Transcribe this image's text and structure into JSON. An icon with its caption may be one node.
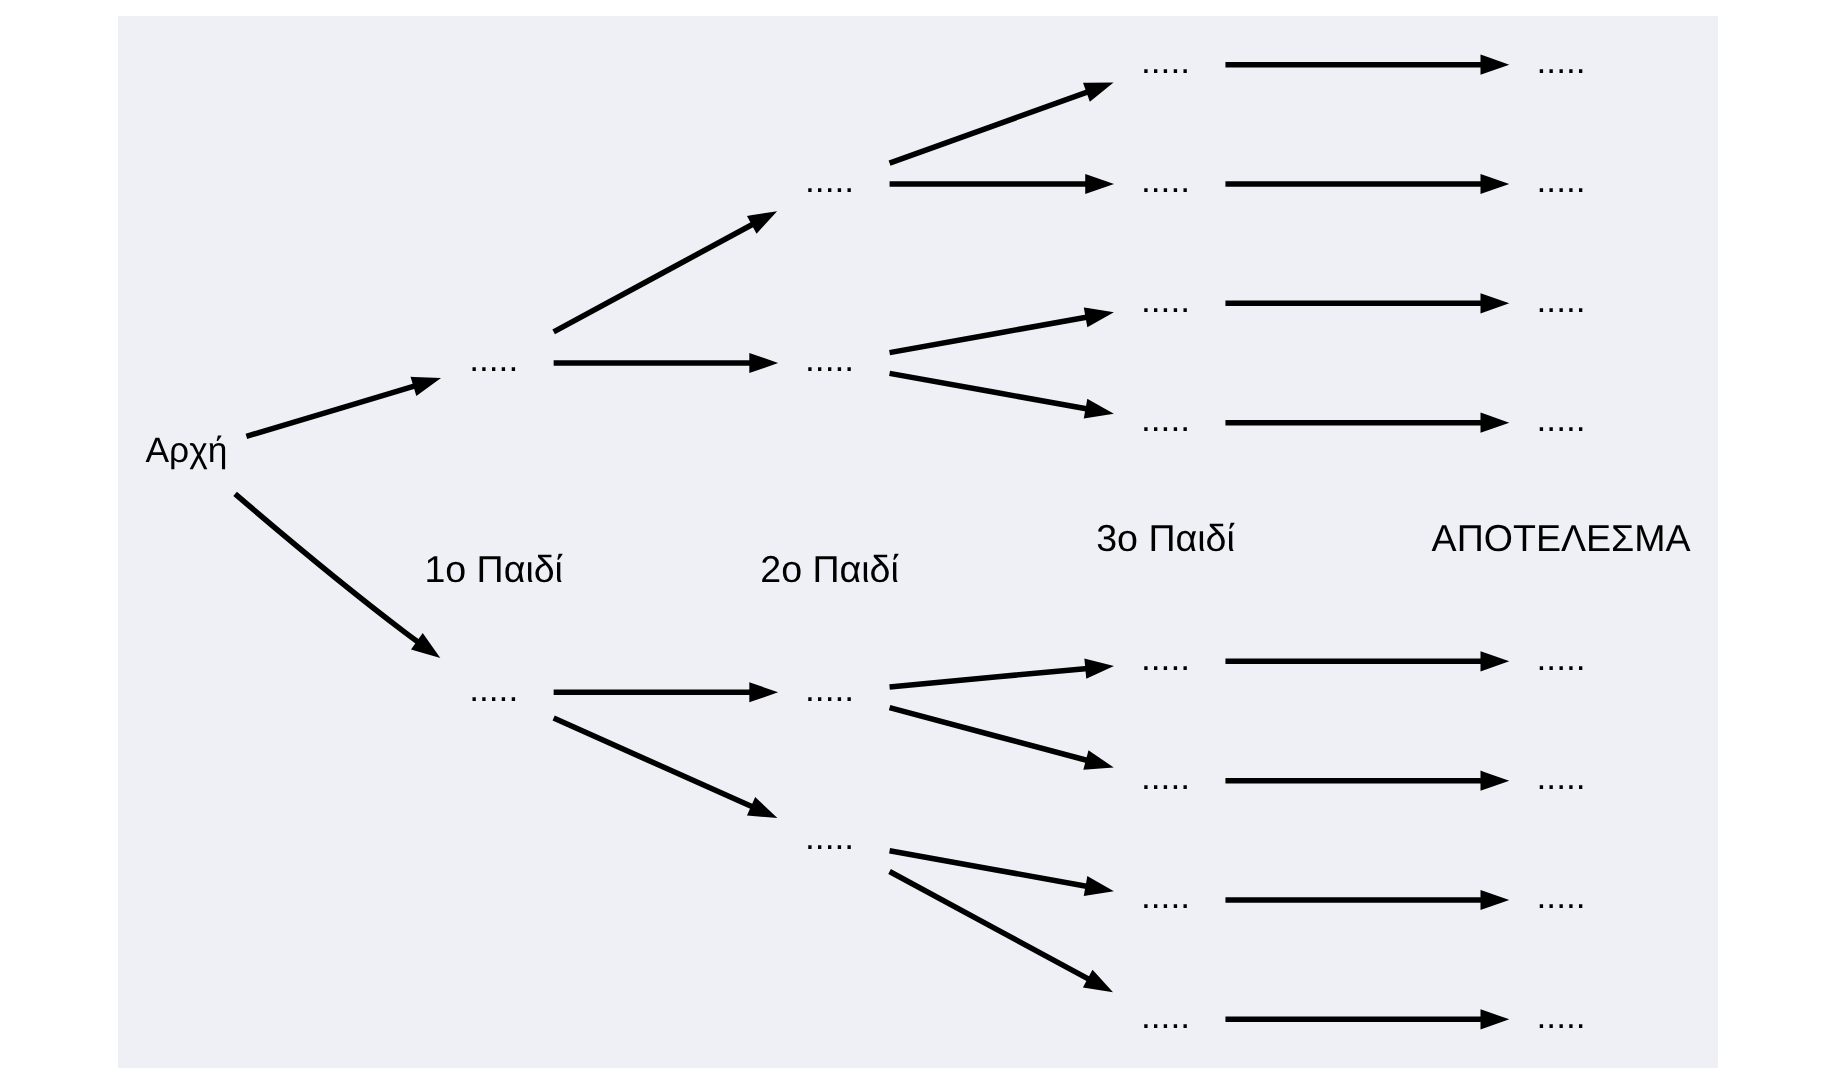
{
  "diagram": {
    "nodes": [
      {
        "text": [
          "Αρχή"
        ]
      },
      {
        "text": [
          "....."
        ]
      },
      {
        "text": [
          "....."
        ]
      },
      {
        "text": [
          "....."
        ]
      },
      {
        "text": [
          "....."
        ]
      },
      {
        "text": [
          "....."
        ]
      },
      {
        "text": [
          "....."
        ]
      },
      {
        "text": [
          "....."
        ]
      },
      {
        "text": [
          "....."
        ]
      },
      {
        "text": [
          "....."
        ]
      },
      {
        "text": [
          "....."
        ]
      },
      {
        "text": [
          "....."
        ]
      },
      {
        "text": [
          "....."
        ]
      },
      {
        "text": [
          "....."
        ]
      },
      {
        "text": [
          "....."
        ]
      },
      {
        "text": [
          "....."
        ]
      },
      {
        "text": [
          "....."
        ]
      },
      {
        "text": [
          "....."
        ]
      },
      {
        "text": [
          "....."
        ]
      },
      {
        "text": [
          "....."
        ]
      },
      {
        "text": [
          "....."
        ]
      },
      {
        "text": [
          "....."
        ]
      },
      {
        "text": [
          "....."
        ]
      }
    ],
    "edges": [
      {
        "from": 0,
        "to": 1,
        "arrow": "to"
      },
      {
        "from": 0,
        "to": 2,
        "arrow": "to"
      },
      {
        "from": 1,
        "to": 3,
        "arrow": "to"
      },
      {
        "from": 1,
        "to": 4,
        "arrow": "to"
      },
      {
        "from": 2,
        "to": 5,
        "arrow": "to"
      },
      {
        "from": 2,
        "to": 6,
        "arrow": "to"
      },
      {
        "from": 3,
        "to": 7,
        "arrow": "to"
      },
      {
        "from": 3,
        "to": 8,
        "arrow": "to"
      },
      {
        "from": 4,
        "to": 9,
        "arrow": "to"
      },
      {
        "from": 4,
        "to": 10,
        "arrow": "to"
      },
      {
        "from": 5,
        "to": 11,
        "arrow": "to"
      },
      {
        "from": 5,
        "to": 12,
        "arrow": "to"
      },
      {
        "from": 6,
        "to": 13,
        "arrow": "to"
      },
      {
        "from": 6,
        "to": 14,
        "arrow": "to"
      },
      {
        "from": 7,
        "to": 15,
        "arrow": "to"
      },
      {
        "from": 8,
        "to": 16,
        "arrow": "to"
      },
      {
        "from": 9,
        "to": 17,
        "arrow": "to"
      },
      {
        "from": 10,
        "to": 18,
        "arrow": "to"
      },
      {
        "from": 11,
        "to": 19,
        "arrow": "to"
      },
      {
        "from": 12,
        "to": 20,
        "arrow": "to"
      },
      {
        "from": 13,
        "to": 21,
        "arrow": "to"
      },
      {
        "from": 14,
        "to": 22,
        "arrow": "to"
      }
    ],
    "labels": [
      "1ο Παιδί",
      "2ο Παιδί",
      "3ο Παιδί",
      "ΑΠΟΤΕΛΕΣΜΑ"
    ]
  }
}
